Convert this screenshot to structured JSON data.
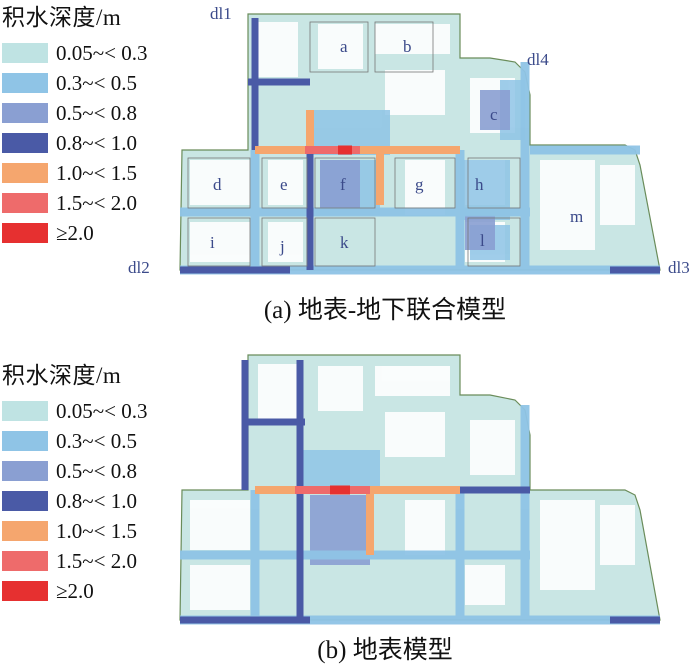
{
  "legend": {
    "title": "积水深度/m",
    "items": [
      {
        "label": "0.05~< 0.3",
        "color": "#bfe3e3"
      },
      {
        "label": "0.3~< 0.5",
        "color": "#8fc4e6"
      },
      {
        "label": "0.5~< 0.8",
        "color": "#8a9fd2"
      },
      {
        "label": "0.8~< 1.0",
        "color": "#4a5aa6"
      },
      {
        "label": "1.0~< 1.5",
        "color": "#f5a66e"
      },
      {
        "label": "1.5~< 2.0",
        "color": "#ee6b6b"
      },
      {
        "label": "≥2.0",
        "color": "#e63030"
      }
    ]
  },
  "panel_a": {
    "caption": "(a) 地表-地下联合模型",
    "markers": [
      "dl1",
      "dl2",
      "dl3",
      "dl4"
    ],
    "zones": [
      "a",
      "b",
      "c",
      "d",
      "e",
      "f",
      "g",
      "h",
      "i",
      "j",
      "k",
      "l",
      "m"
    ]
  },
  "panel_b": {
    "caption": "(b) 地表模型"
  }
}
